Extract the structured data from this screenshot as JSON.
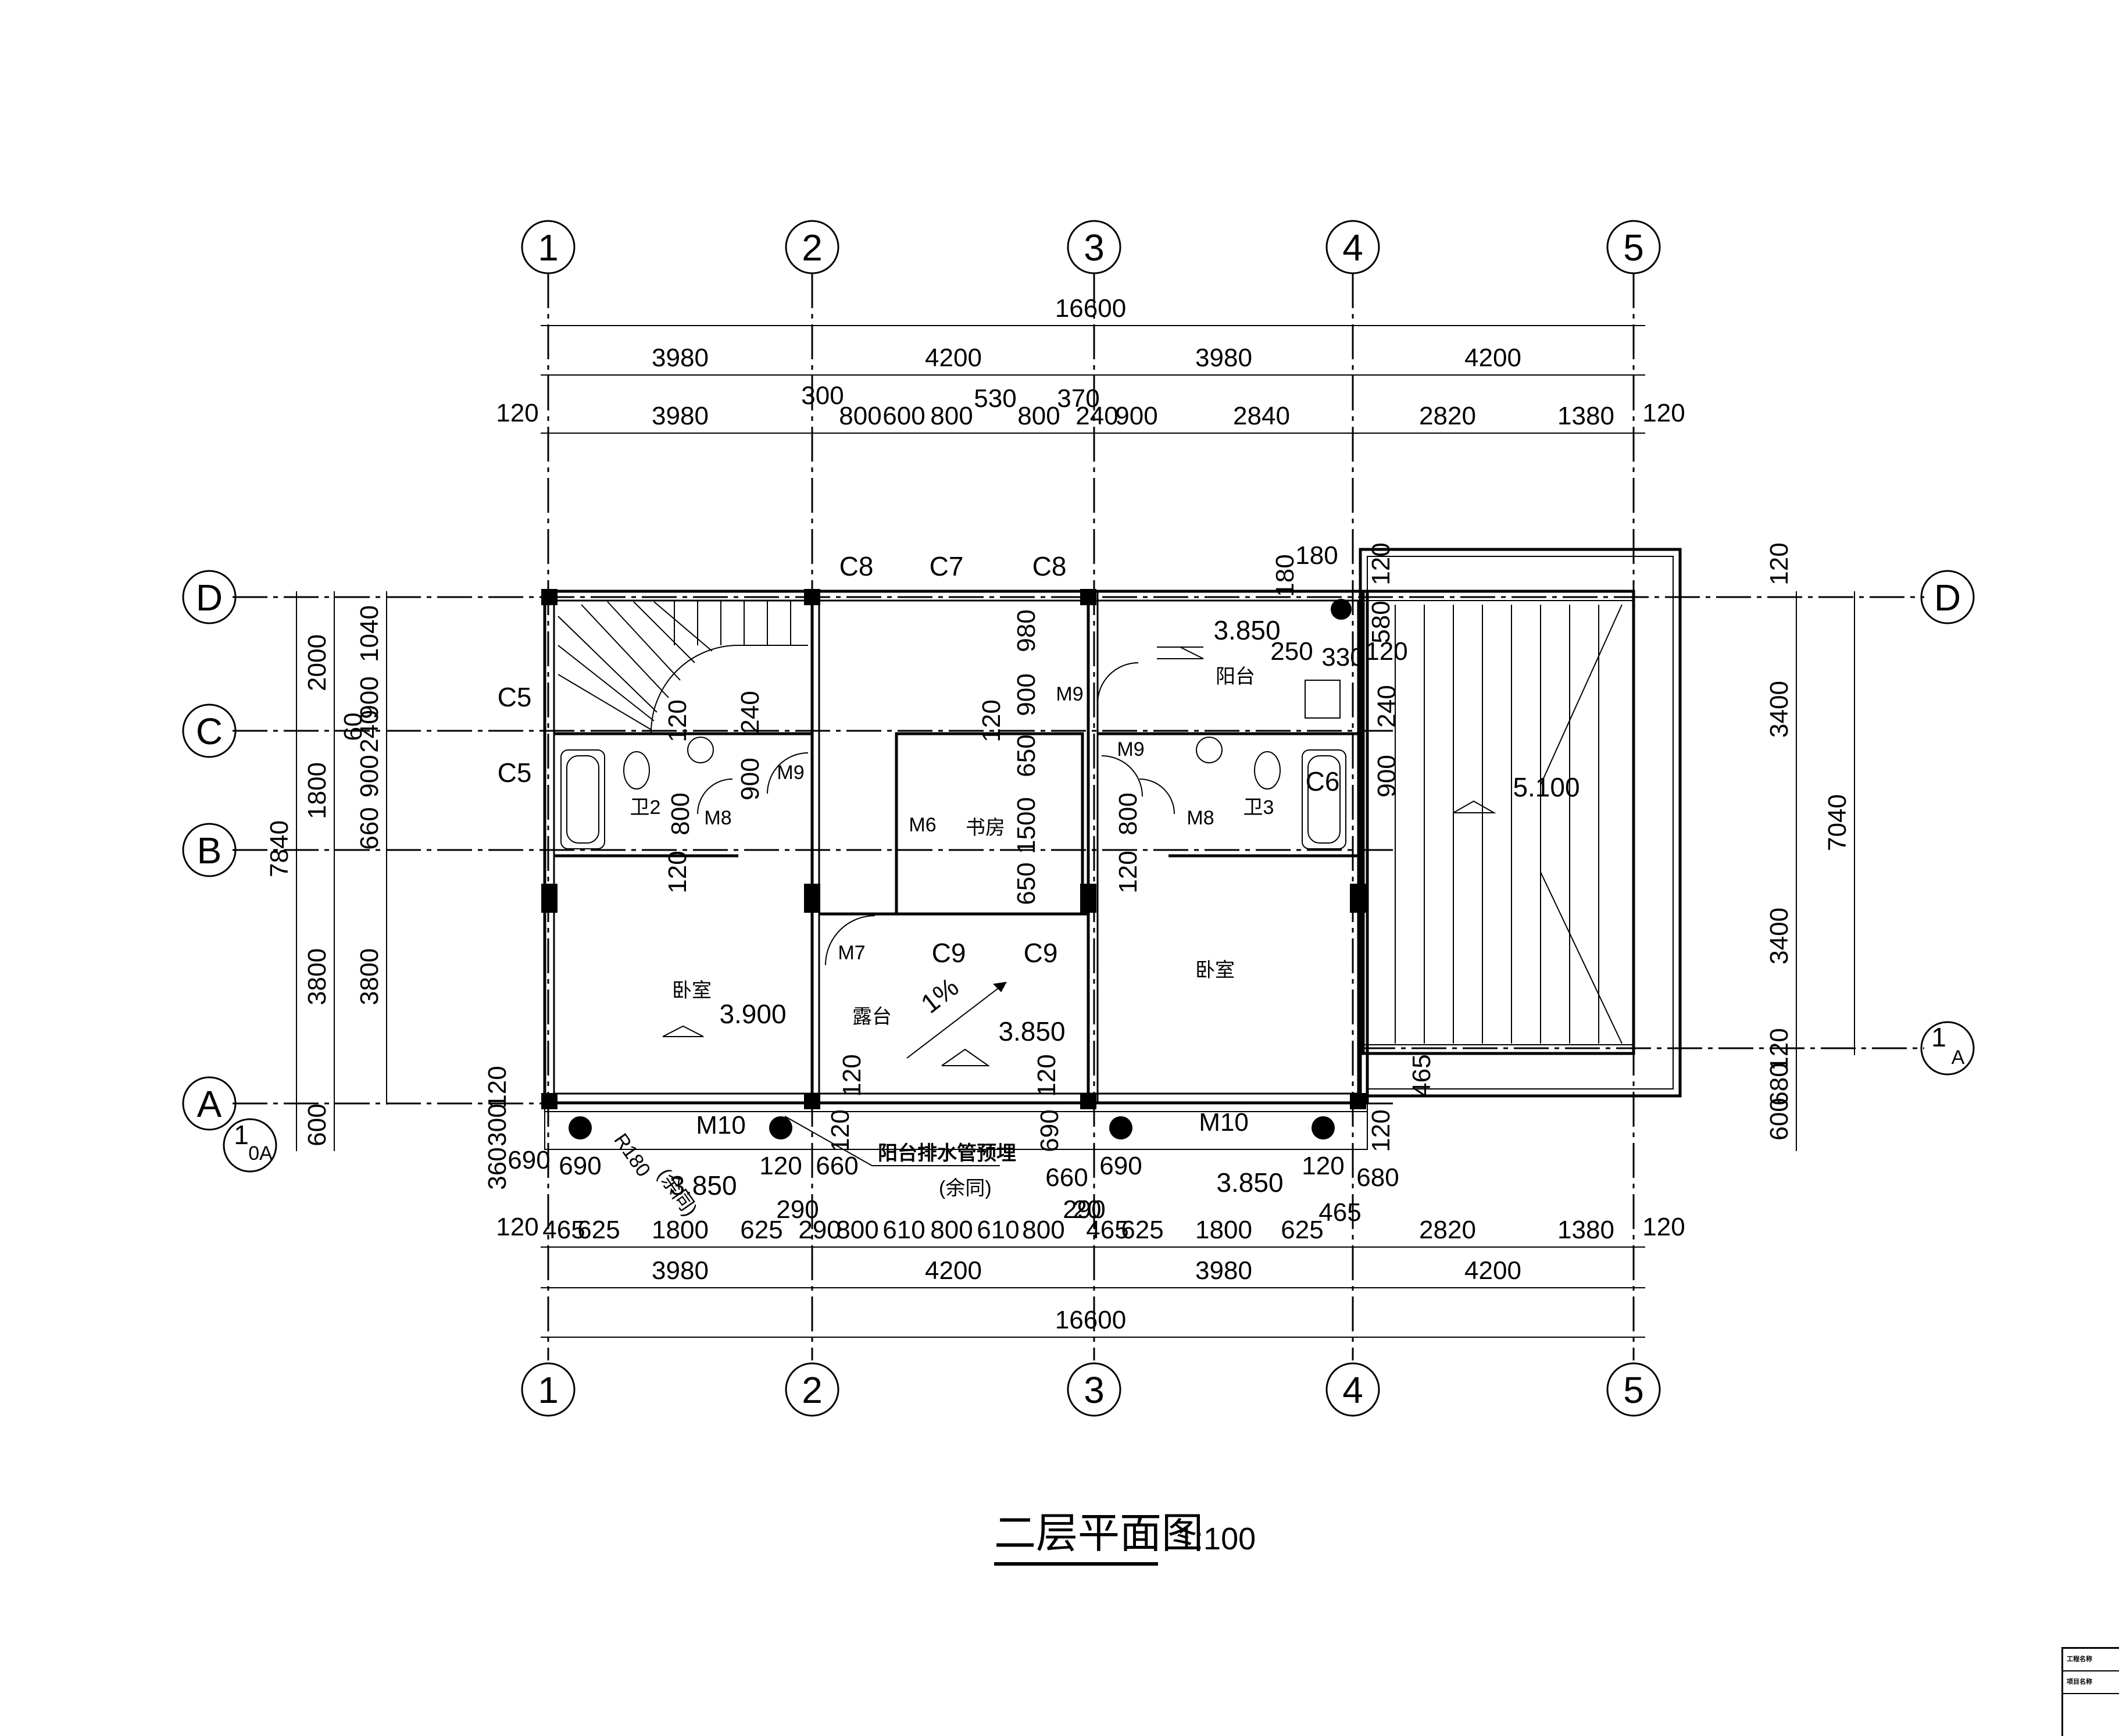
{
  "drawing": {
    "title": "二层平面图",
    "scale": "1:100"
  },
  "axes": {
    "columns": [
      "1",
      "2",
      "3",
      "4",
      "5"
    ],
    "rows": [
      "D",
      "C",
      "B",
      "A"
    ],
    "aux_1A": {
      "num": "1",
      "den": "A"
    },
    "aux_1_0A": {
      "num": "1",
      "den": "0A"
    }
  },
  "dimensions": {
    "top_total": "16600",
    "top_bays": [
      "3980",
      "4200",
      "3980",
      "4200"
    ],
    "top_detail": [
      "120",
      "3980",
      "300",
      "800",
      "600",
      "800",
      "530",
      "800",
      "370",
      "240",
      "900",
      "2840",
      "2820",
      "1380",
      "120"
    ],
    "bottom_total": "16600",
    "bottom_bays": [
      "3980",
      "4200",
      "3980",
      "4200"
    ],
    "bottom_detail": [
      "120",
      "465",
      "625",
      "1800",
      "625",
      "290",
      "800",
      "610",
      "800",
      "610",
      "800",
      "290",
      "465",
      "625",
      "1800",
      "625",
      "465",
      "2820",
      "1380",
      "120"
    ],
    "left_outer": [
      "7840"
    ],
    "left_mid": [
      "2000",
      "1800",
      "3800",
      "600"
    ],
    "left_inner": [
      "1040",
      "900",
      "240",
      "60",
      "900",
      "660",
      "3800"
    ],
    "right_outer": [
      "7040"
    ],
    "right_inner": [
      "120",
      "3400",
      "3400",
      "120",
      "680",
      "600"
    ],
    "misc": [
      "180",
      "180",
      "120",
      "580",
      "250",
      "330",
      "120",
      "240",
      "900",
      "120",
      "980",
      "900",
      "650",
      "1500",
      "650",
      "120",
      "240",
      "900",
      "800",
      "120",
      "800",
      "120",
      "120",
      "120",
      "300",
      "360",
      "120",
      "690",
      "690",
      "120",
      "660",
      "120",
      "660",
      "690",
      "690",
      "120",
      "680",
      "120",
      "465",
      "290",
      "20"
    ]
  },
  "windows": [
    "C8",
    "C7",
    "C8",
    "C5",
    "C5",
    "C6",
    "C9",
    "C9",
    "M10",
    "M10"
  ],
  "doors": [
    "M9",
    "M9",
    "M9",
    "M8",
    "M8",
    "M6",
    "M7"
  ],
  "rooms": {
    "bedroom_left": "卧室",
    "bedroom_right": "卧室",
    "study": "书房",
    "terrace": "露台",
    "balcony": "阳台",
    "wc2": "卫2",
    "wc3": "卫3"
  },
  "levels": [
    "3.850",
    "3.900",
    "3.850",
    "5.100",
    "3.850",
    "3.850"
  ],
  "notes": {
    "slope": "1%",
    "drain": "阳台排水管预埋",
    "drain_sub": "(余同)",
    "r180": "R180",
    "r180_sub": "(余同)"
  },
  "title_block": {
    "row1": "工程名称",
    "row2": "项目名称"
  },
  "colors": {
    "line": "#000000",
    "background": "#ffffff"
  }
}
